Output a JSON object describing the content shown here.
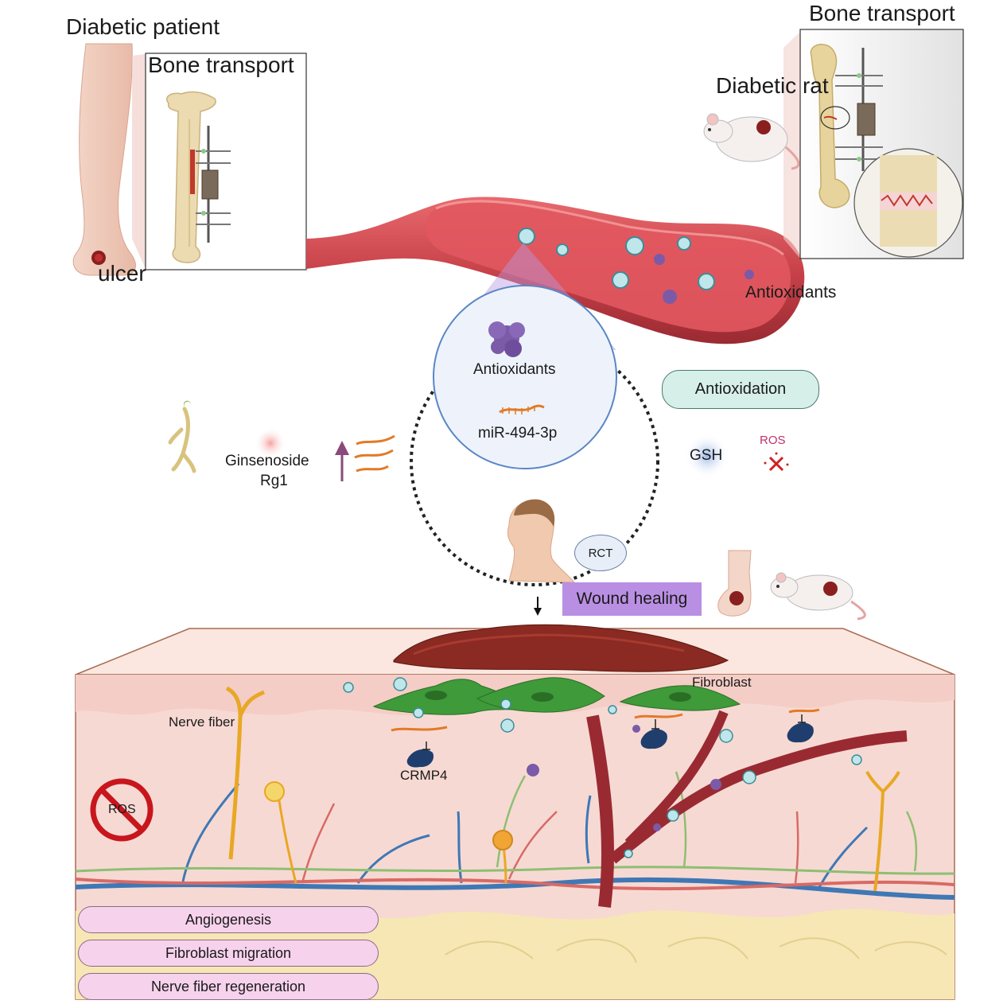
{
  "labels": {
    "diabetic_patient": "Diabetic patient",
    "bone_transport_left": "Bone transport",
    "ulcer": "ulcer",
    "bone_transport_right": "Bone transport",
    "diabetic_rat": "Diabetic rat",
    "antioxidants_vessel": "Antioxidants",
    "antioxidants_circle": "Antioxidants",
    "mirna": "miR-494-3p",
    "antioxidation": "Antioxidation",
    "ginsenoside_line1": "Ginsenoside",
    "ginsenoside_line2": "Rg1",
    "gsh": "GSH",
    "ros_small": "ROS",
    "rct": "RCT",
    "wound_healing": "Wound healing",
    "nerve_fiber": "Nerve fiber",
    "fibroblast": "Fibroblast",
    "crmp4": "CRMP4",
    "ros_big": "ROS"
  },
  "outcomes": [
    "Angiogenesis",
    "Fibroblast migration",
    "Nerve fiber regeneration"
  ],
  "colors": {
    "vessel": "#c8424a",
    "skin": "#f7d9d3",
    "fat": "#f6e7b4",
    "wound": "#8a2a22",
    "fibroblast": "#3f9a3a",
    "nerve": "#e8a825",
    "artery": "#c8424a",
    "vein": "#3f78b5",
    "circle_fill": "#eef3fb",
    "circle_stroke": "#5a86c6"
  },
  "icons": [
    "leg-icon",
    "bone-icon",
    "fixator-icon",
    "rat-icon",
    "femur-icon",
    "exosome-icon",
    "antioxidant-blob-icon",
    "mirna-icon",
    "ginseng-icon",
    "arrow-up-icon",
    "head-icon",
    "foot-icon",
    "no-ros-icon"
  ]
}
